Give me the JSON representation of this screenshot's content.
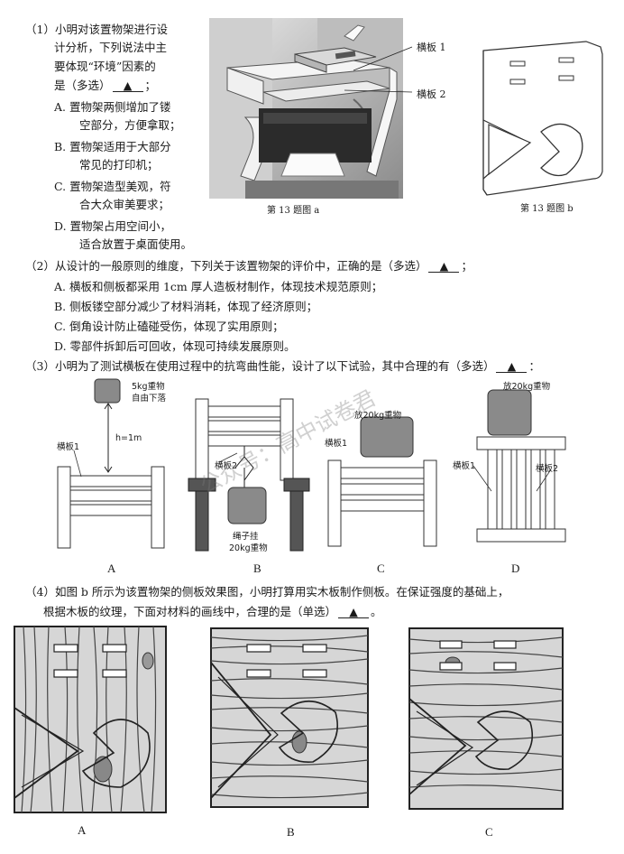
{
  "q1": {
    "lines": [
      "（1）小明对该置物架进行设",
      "计分析，下列说法中主",
      "要体现“环境”因素的"
    ],
    "stem_end": "是（多选）",
    "blank": "▲",
    "options": [
      [
        "A. 置物架两侧增加了镂",
        "空部分，方便拿取；"
      ],
      [
        "B. 置物架适用于大部分",
        "常见的打印机；"
      ],
      [
        "C. 置物架造型美观，符",
        "合大众审美要求；"
      ],
      [
        "D. 置物架占用空间小，",
        "适合放置于桌面使用。"
      ]
    ]
  },
  "fig_a": {
    "label1": "横板 1",
    "label2": "横板 2",
    "caption": "第 13 题图 a"
  },
  "fig_b": {
    "caption": "第 13 题图 b"
  },
  "q2": {
    "stem": "（2）从设计的一般原则的维度，下列关于该置物架的评价中，正确的是（多选）",
    "blank": "▲",
    "end": "；",
    "options": [
      "A. 横板和侧板都采用 1cm 厚人造板材制作，体现技术规范原则；",
      "B. 侧板镂空部分减少了材料消耗，体现了经济原则；",
      "C. 倒角设计防止磕碰受伤，体现了实用原则；",
      "D. 零部件拆卸后可回收，体现可持续发展原则。"
    ]
  },
  "q3": {
    "stem": "（3）小明为了测试横板在使用过程中的抗弯曲性能，设计了以下试验，其中合理的有（多选）",
    "blank": "▲",
    "end": "：",
    "A": {
      "weight": "5kg重物",
      "fall": "自由下落",
      "height": "h=1m",
      "board": "横板1",
      "letter": "A"
    },
    "B": {
      "board": "横板2",
      "hang1": "绳子挂",
      "hang2": "20kg重物",
      "letter": "B"
    },
    "C": {
      "weight": "放20kg重物",
      "board": "横板1",
      "letter": "C"
    },
    "D": {
      "weight": "放20kg重物",
      "board1": "横板1",
      "board2": "横板2",
      "letter": "D"
    }
  },
  "q4": {
    "line1": "（4）如图 b 所示为该置物架的侧板效果图，小明打算用实木板制作侧板。在保证强度的基础上，",
    "line2": "根据木板的纹理，下面对材料的画线中，合理的是（单选）",
    "blank": "▲",
    "end": "。",
    "letters": [
      "A",
      "B",
      "C"
    ]
  },
  "watermark": "公众号：高中试卷君"
}
